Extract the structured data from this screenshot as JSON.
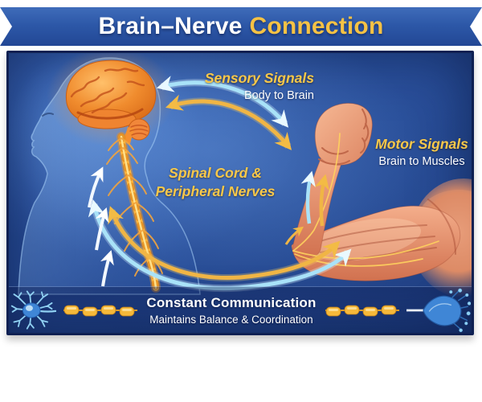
{
  "title": {
    "text_primary": "Brain–Nerve",
    "text_accent": "Connection"
  },
  "diagram": {
    "sensory_label": {
      "title": "Sensory Signals",
      "subtitle": "Body to Brain"
    },
    "motor_label": {
      "title": "Motor Signals",
      "subtitle": "Brain to Muscles"
    },
    "spinal_label": {
      "line1": "Spinal Cord &",
      "line2": "Peripheral Nerves"
    }
  },
  "footer": {
    "title": "Constant Communication",
    "subtitle": "Maintains Balance & Coordination"
  },
  "icons": {
    "left": "neuron-icon",
    "left_chain": "myelin-chain-icon",
    "right_chain": "myelin-chain-icon",
    "right": "axon-terminal-icon"
  },
  "colors": {
    "ribbon_blue": "#2d58a8",
    "panel_blue": "#24478f",
    "panel_border": "#0e2052",
    "accent_yellow": "#f6c244",
    "label_yellow": "#f8c84a",
    "arrow_cyan": "#a9e2f8",
    "arrow_yellow": "#f0b545",
    "brain_orange": "#f08c2e",
    "spine_yellow": "#ffb63c",
    "muscle_salmon": "#e8906c",
    "text_white": "#ffffff"
  }
}
